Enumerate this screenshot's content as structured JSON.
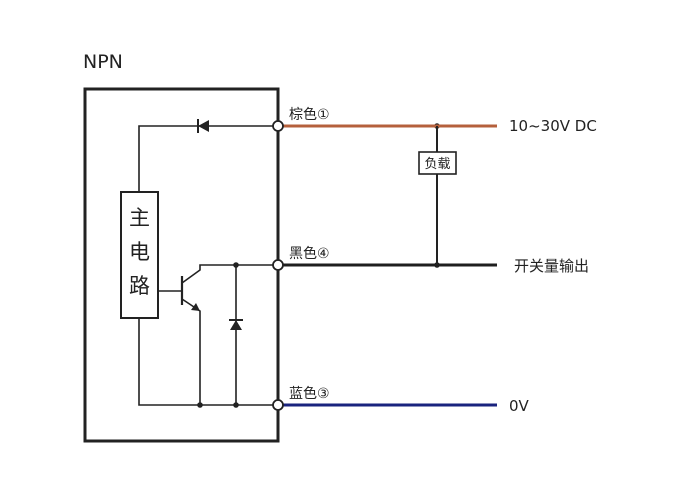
{
  "title": "NPN",
  "main_circuit_label": [
    "主",
    "电",
    "路"
  ],
  "pins": [
    {
      "label": "棕色①",
      "wire_color": "#b5603c",
      "signal": "10~30V DC"
    },
    {
      "label": "黑色④",
      "wire_color": "#1f1f1f",
      "signal": "开关量输出"
    },
    {
      "label": "蓝色③",
      "wire_color": "#1a237e",
      "signal": "0V"
    }
  ],
  "load_label": "负载",
  "colors": {
    "line": "#222222",
    "background": "#ffffff"
  }
}
